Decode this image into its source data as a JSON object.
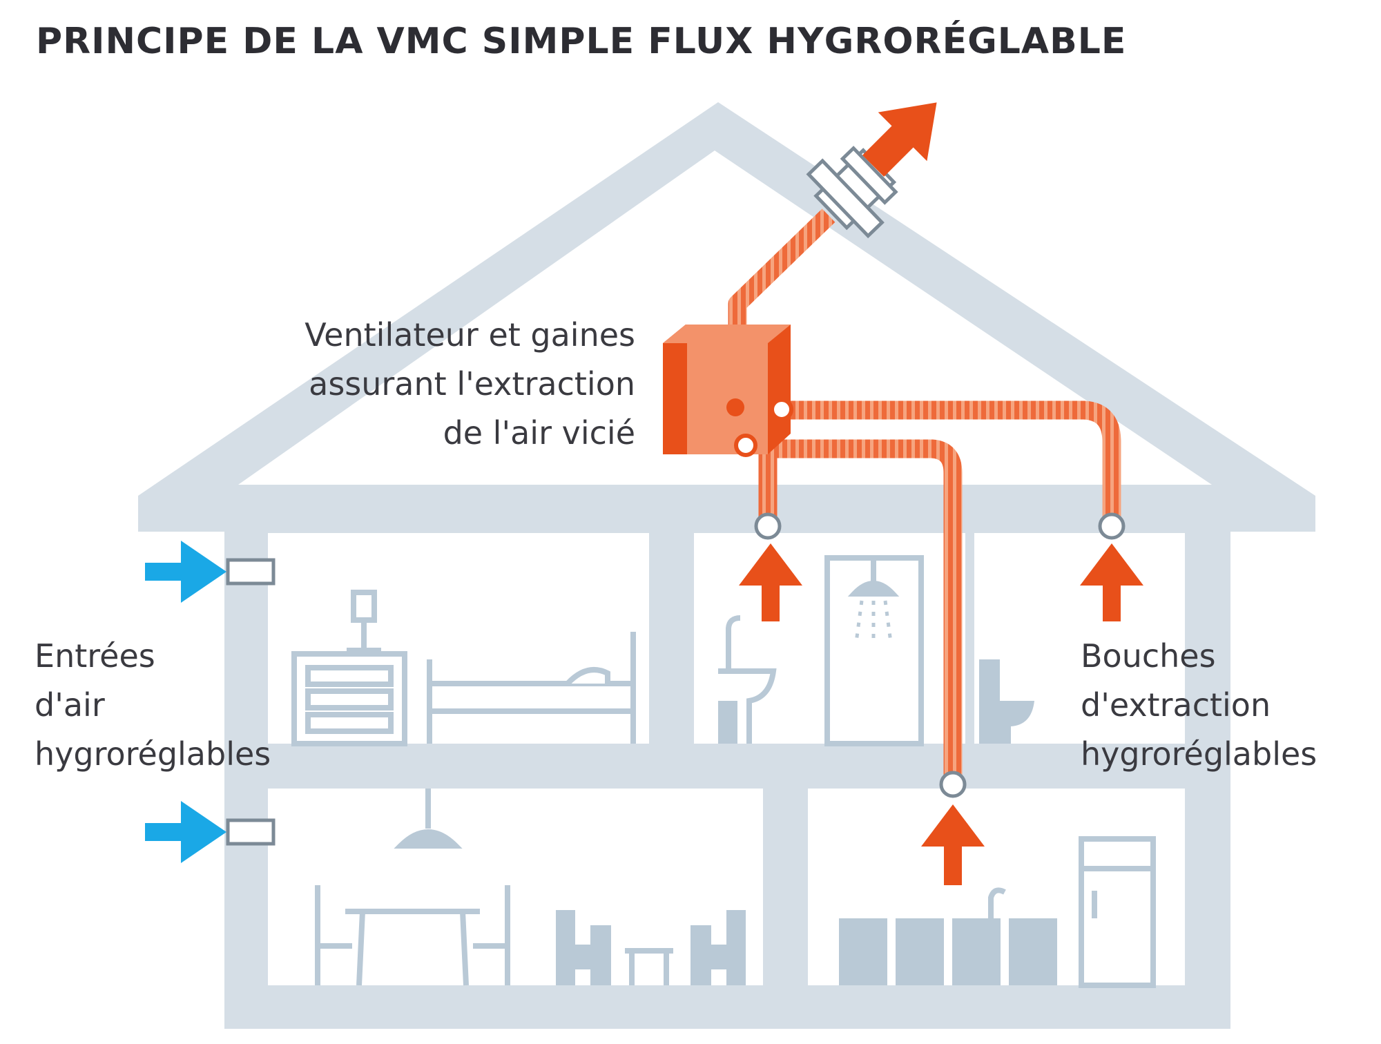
{
  "title": "PRINCIPE DE LA VMC SIMPLE FLUX HYGRORÉGLABLE",
  "labels": {
    "fan": {
      "line1": "Ventilateur et gaines",
      "line2": "assurant l'extraction",
      "line3": "de l'air vicié"
    },
    "inlets": {
      "line1": "Entrées",
      "line2": "d'air",
      "line3": "hygroréglables"
    },
    "outlets": {
      "line1": "Bouches",
      "line2": "d'extraction",
      "line3": "hygroréglables"
    }
  },
  "colors": {
    "house": "#d5dee6",
    "furniture": "#b9c9d6",
    "duct": "#ee6a3a",
    "duct_stripe": "#f6a47f",
    "extract_arrow": "#e8501a",
    "fan_front": "#f3926a",
    "fan_side": "#e8501a",
    "inlet_arrow": "#1aa8e6",
    "text": "#3a3a40",
    "title": "#2d2d33"
  },
  "icons": {
    "inlet_arrows": "arrow-right-icon",
    "extract_arrows": "arrow-up-icon",
    "exhaust": "arrow-up-right-icon"
  }
}
